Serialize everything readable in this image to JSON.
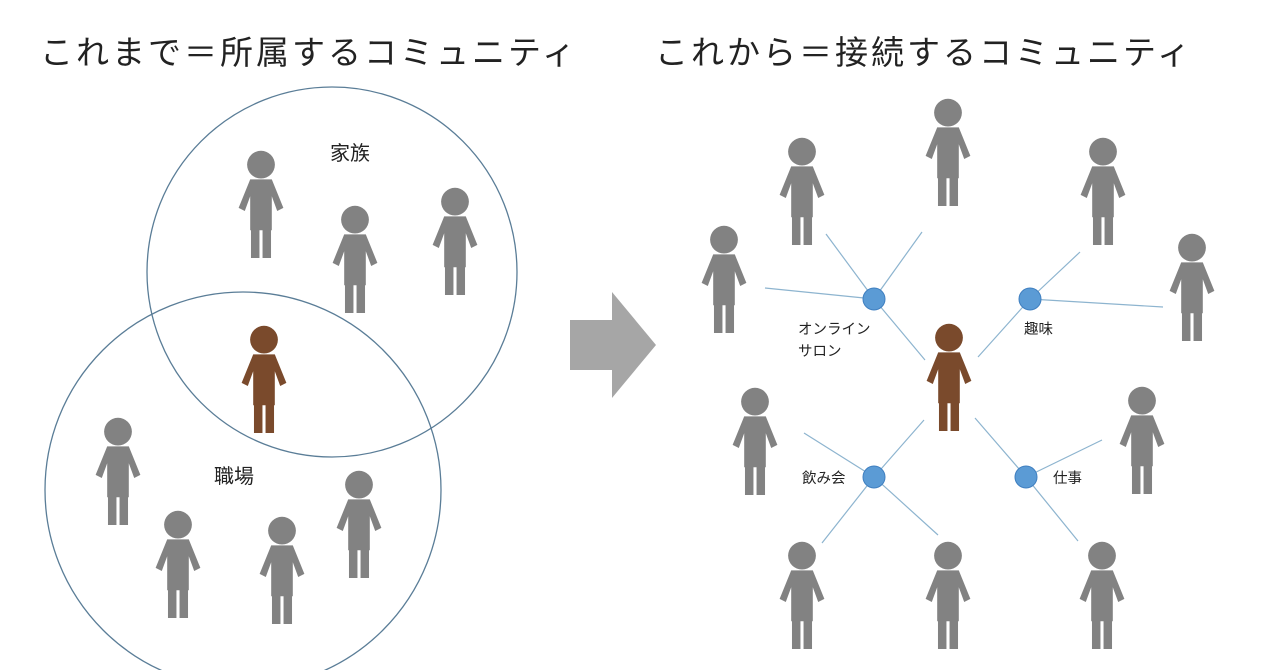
{
  "headings": {
    "before": "これまで＝所属するコミュニティ",
    "after": "これから＝接続するコミュニティ"
  },
  "left_diagram": {
    "groups": [
      {
        "label": "家族"
      },
      {
        "label": "職場"
      }
    ]
  },
  "right_diagram": {
    "hubs": [
      {
        "label_lines": [
          "オンライン",
          "サロン"
        ]
      },
      {
        "label_lines": [
          "趣味"
        ]
      },
      {
        "label_lines": [
          "飲み会"
        ]
      },
      {
        "label_lines": [
          "仕事"
        ]
      }
    ]
  },
  "colors": {
    "person": "#828282",
    "self": "#7a4a2c",
    "circle_stroke": "#5a7d97",
    "hub_fill": "#5b9bd5",
    "hub_stroke": "#3f7fc0",
    "link": "#8db4cf",
    "arrow": "#a6a6a6"
  },
  "icons": {
    "person": "person-icon",
    "self": "self-person-icon",
    "arrow": "right-arrow-icon"
  }
}
